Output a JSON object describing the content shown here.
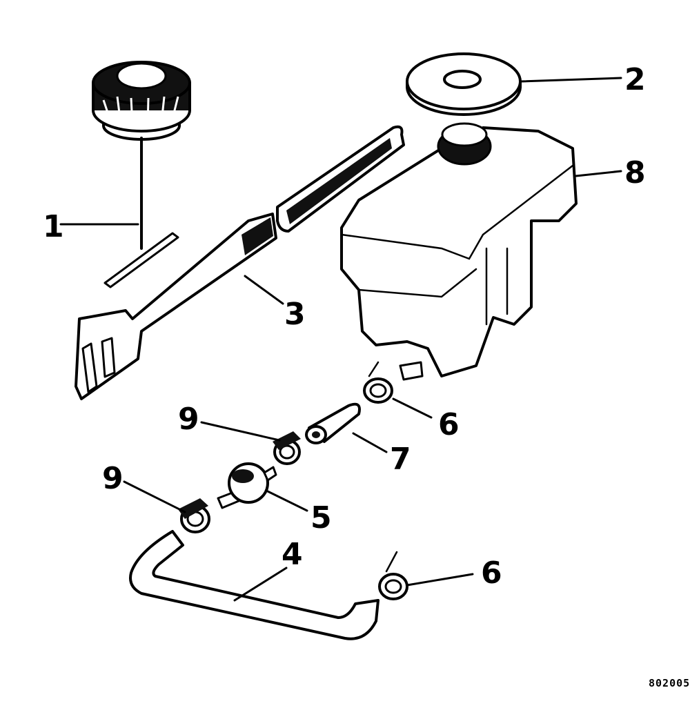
{
  "diagram": {
    "callouts": [
      {
        "id": "1",
        "label": "1"
      },
      {
        "id": "2",
        "label": "2"
      },
      {
        "id": "3",
        "label": "3"
      },
      {
        "id": "4",
        "label": "4"
      },
      {
        "id": "5",
        "label": "5"
      },
      {
        "id": "6a",
        "label": "6"
      },
      {
        "id": "6b",
        "label": "6"
      },
      {
        "id": "7",
        "label": "7"
      },
      {
        "id": "8",
        "label": "8"
      },
      {
        "id": "9a",
        "label": "9"
      },
      {
        "id": "9b",
        "label": "9"
      }
    ],
    "figure_code": "802005"
  }
}
